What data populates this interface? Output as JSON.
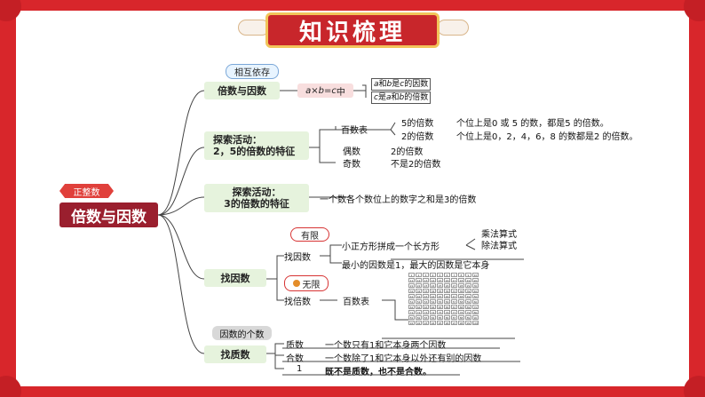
{
  "header": {
    "title": "知识梳理"
  },
  "root": {
    "label": "倍数与因数",
    "tag": "正整数"
  },
  "branch1": {
    "label": "倍数与因数",
    "tag": "相互依存",
    "formula": {
      "a": "a",
      "times": "×",
      "b": "b",
      "eq": "=",
      "c": "c",
      "zhong": "中"
    },
    "rel1": {
      "a": "a",
      "he": "和",
      "b": "b",
      "shi": "是",
      "c": "c",
      "tail": "的因数"
    },
    "rel2": {
      "c": "c",
      "shi": "是",
      "a": "a",
      "he": "和",
      "b": "b",
      "tail": "的倍数"
    }
  },
  "branch2": {
    "label_line1": "探索活动：",
    "label_line2": "2，5的倍数的特征",
    "sub_table": "百数表",
    "sub_even": "偶数",
    "sub_odd": "奇数",
    "five_mult": "5的倍数",
    "five_rule": "个位上是0 或 5 的数，都是5 的倍数。",
    "two_mult": "2的倍数",
    "two_rule": "个位上是0，2，4，6，8 的数都是2 的倍数。",
    "even_def": "2的倍数",
    "odd_def": "不是2的倍数"
  },
  "branch3": {
    "label_line1": "探索活动：",
    "label_line2": "3的倍数的特征",
    "rule": "一个数各个数位上的数字之和是3的倍数"
  },
  "branch4": {
    "label": "找因数",
    "factor_label": "找因数",
    "factor_tag": "有限",
    "factor_method": "小正方形拼成一个长方形",
    "method_a": "乘法算式",
    "method_b": "除法算式",
    "factor_note": "最小的因数是1，最大的因数是它本身",
    "mult_label": "找倍数",
    "mult_tag": "无限",
    "mult_method": "百数表",
    "grid_numbers": [
      "1",
      "2",
      "3",
      "4",
      "5",
      "6",
      "7",
      "8",
      "9",
      "10",
      "11",
      "12",
      "13",
      "14",
      "15",
      "16",
      "17",
      "18",
      "19",
      "20",
      "21",
      "22",
      "23",
      "24",
      "25",
      "26",
      "27",
      "28",
      "29",
      "30",
      "31",
      "32",
      "33",
      "34",
      "35",
      "36",
      "37",
      "38",
      "39",
      "40",
      "41",
      "42",
      "43",
      "44",
      "45",
      "46",
      "47",
      "48",
      "49",
      "50",
      "51",
      "52",
      "53",
      "54",
      "55",
      "56",
      "57",
      "58",
      "59",
      "60",
      "61",
      "62",
      "63",
      "64",
      "65",
      "66",
      "67",
      "68",
      "69",
      "70",
      "71",
      "72",
      "73",
      "74",
      "75",
      "76",
      "77",
      "78",
      "79",
      "80",
      "81",
      "82",
      "83",
      "84",
      "85",
      "86",
      "87",
      "88",
      "89",
      "90",
      "91",
      "92",
      "93",
      "94",
      "95",
      "96",
      "97",
      "98",
      "99",
      "100"
    ]
  },
  "branch5": {
    "label": "找质数",
    "tag": "因数的个数",
    "prime": "质数",
    "prime_def": "一个数只有1和它本身两个因数",
    "composite": "合数",
    "composite_def": "一个数除了1和它本身以外还有别的因数",
    "one": "1",
    "one_def": "既不是质数，也不是合数。"
  },
  "colors": {
    "frame_red": "#d8262b",
    "root_maroon": "#9a1f2e",
    "node_green": "#e6f3dd",
    "gold": "#f2c45a"
  }
}
